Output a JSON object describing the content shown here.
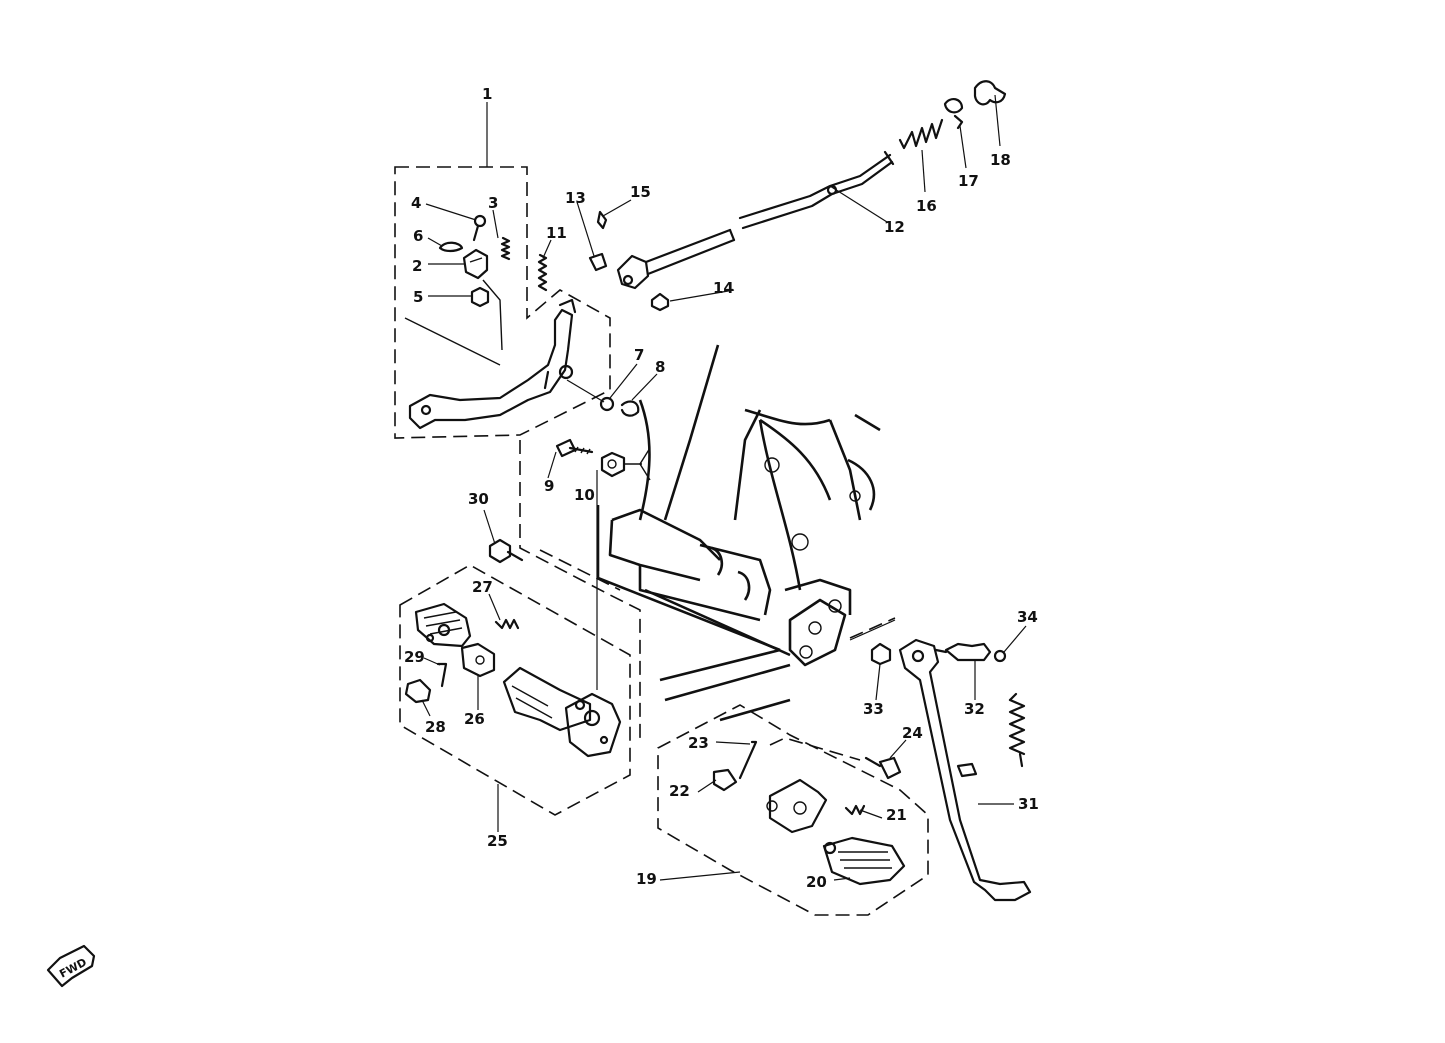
{
  "callouts": [
    {
      "id": "1",
      "text": "1"
    },
    {
      "id": "2",
      "text": "2"
    },
    {
      "id": "3",
      "text": "3"
    },
    {
      "id": "4",
      "text": "4"
    },
    {
      "id": "5",
      "text": "5"
    },
    {
      "id": "6",
      "text": "6"
    },
    {
      "id": "7",
      "text": "7"
    },
    {
      "id": "8",
      "text": "8"
    },
    {
      "id": "9",
      "text": "9"
    },
    {
      "id": "10",
      "text": "10"
    },
    {
      "id": "11",
      "text": "11"
    },
    {
      "id": "12",
      "text": "12"
    },
    {
      "id": "13",
      "text": "13"
    },
    {
      "id": "14",
      "text": "14"
    },
    {
      "id": "15",
      "text": "15"
    },
    {
      "id": "16",
      "text": "16"
    },
    {
      "id": "17",
      "text": "17"
    },
    {
      "id": "18",
      "text": "18"
    },
    {
      "id": "19",
      "text": "19"
    },
    {
      "id": "20",
      "text": "20"
    },
    {
      "id": "21",
      "text": "21"
    },
    {
      "id": "22",
      "text": "22"
    },
    {
      "id": "23",
      "text": "23"
    },
    {
      "id": "24",
      "text": "24"
    },
    {
      "id": "25",
      "text": "25"
    },
    {
      "id": "26",
      "text": "26"
    },
    {
      "id": "27",
      "text": "27"
    },
    {
      "id": "28",
      "text": "28"
    },
    {
      "id": "29",
      "text": "29"
    },
    {
      "id": "30",
      "text": "30"
    },
    {
      "id": "31",
      "text": "31"
    },
    {
      "id": "32",
      "text": "32"
    },
    {
      "id": "33",
      "text": "33"
    },
    {
      "id": "34",
      "text": "34"
    }
  ],
  "direction_marker": {
    "text": "FWD",
    "icon": "forward-arrow-icon"
  }
}
